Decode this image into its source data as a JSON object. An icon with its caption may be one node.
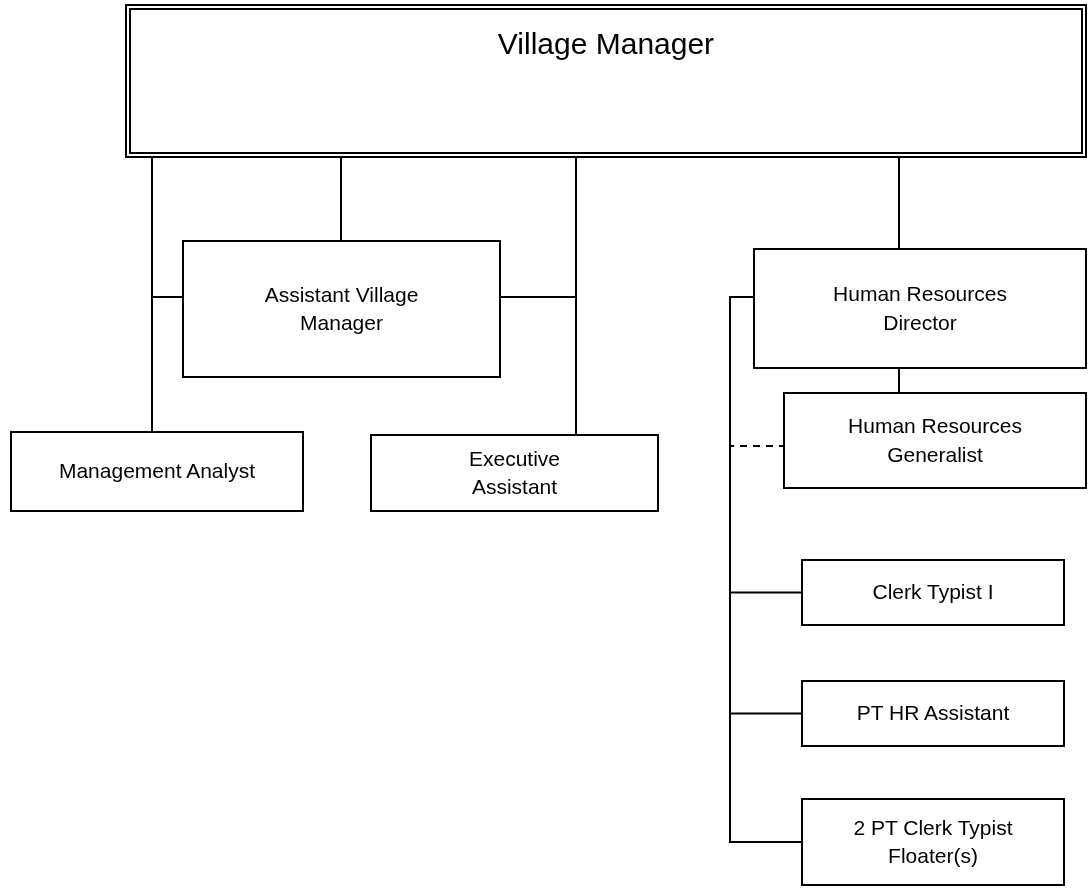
{
  "diagram": {
    "nodes": [
      {
        "text": [
          "Village Manager"
        ]
      },
      {
        "text": [
          "Assistant Village Manager"
        ]
      },
      {
        "text": [
          "Management Analyst"
        ]
      },
      {
        "text": [
          "Executive Assistant"
        ]
      },
      {
        "text": [
          "Human Resources Director"
        ]
      },
      {
        "text": [
          "Human Resources Generalist"
        ]
      },
      {
        "text": [
          "Clerk Typist I"
        ]
      },
      {
        "text": [
          "PT HR Assistant"
        ]
      },
      {
        "text": [
          "2 PT Clerk Typist Floater(s)"
        ]
      }
    ],
    "edges": [
      {
        "from": 0,
        "to": 1,
        "arrow": "none"
      },
      {
        "from": 0,
        "to": 2,
        "arrow": "none"
      },
      {
        "from": 0,
        "to": 3,
        "arrow": "none"
      },
      {
        "from": 1,
        "to": 2,
        "arrow": "none"
      },
      {
        "from": 1,
        "to": 3,
        "arrow": "none"
      },
      {
        "from": 0,
        "to": 4,
        "arrow": "none"
      },
      {
        "from": 4,
        "to": 5,
        "arrow": "none"
      },
      {
        "from": 4,
        "to": 5,
        "arrow": "none",
        "style": "dashed"
      },
      {
        "from": 4,
        "to": 6,
        "arrow": "none"
      },
      {
        "from": 4,
        "to": 7,
        "arrow": "none"
      },
      {
        "from": 4,
        "to": 8,
        "arrow": "none"
      }
    ]
  }
}
